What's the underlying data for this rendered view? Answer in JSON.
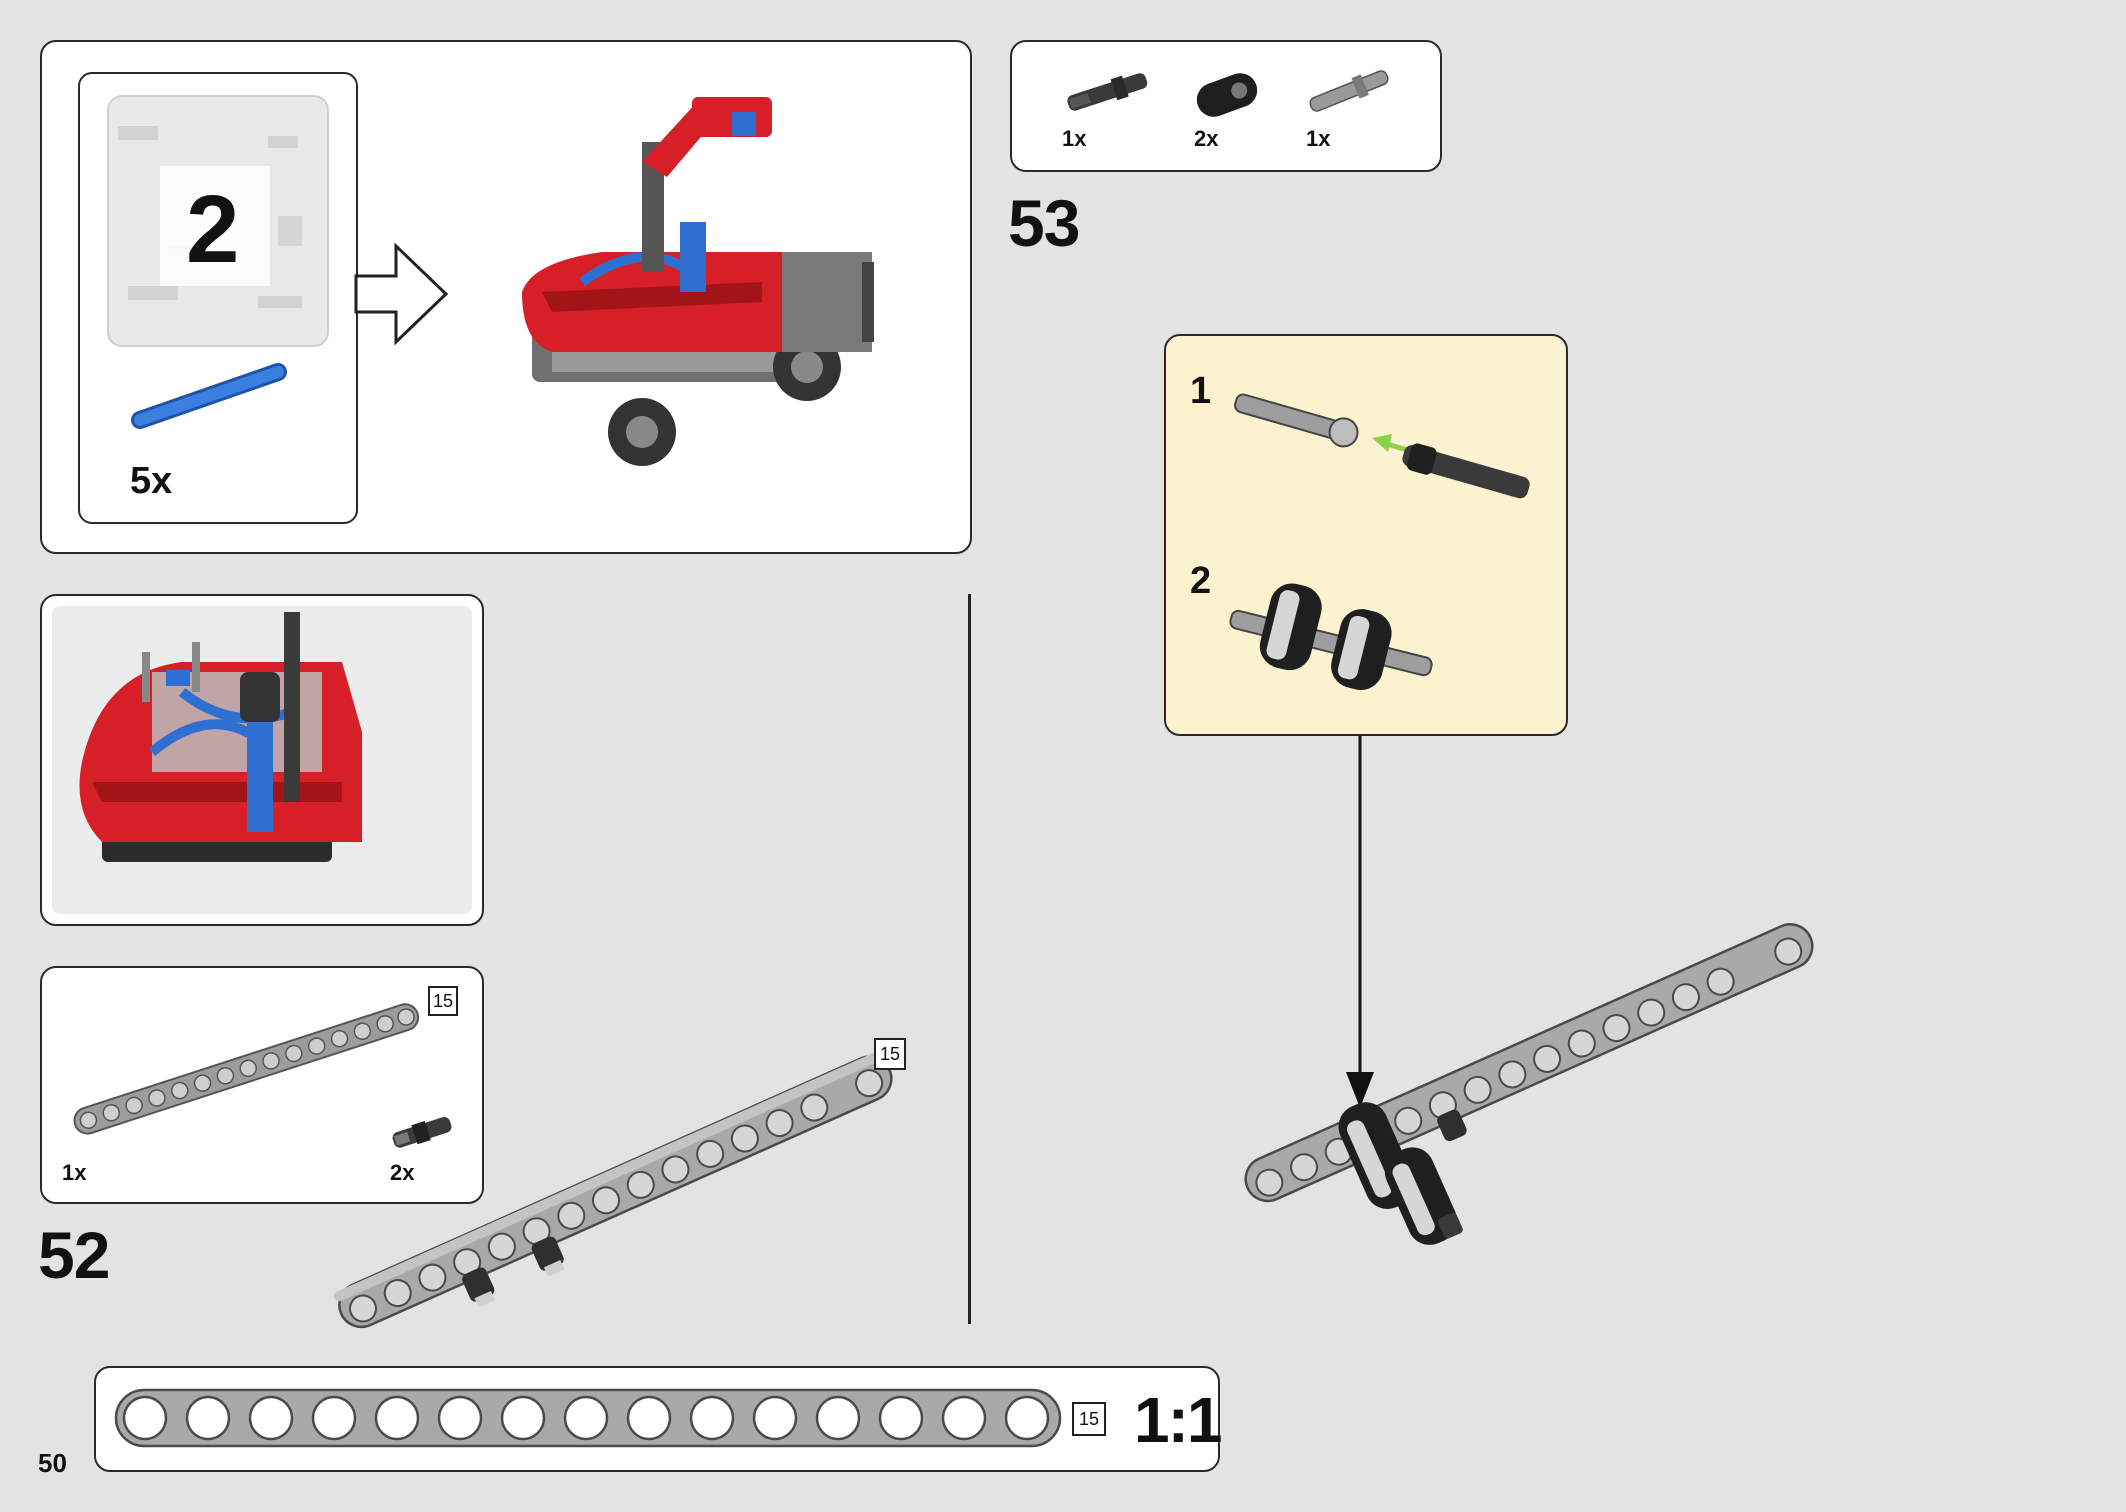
{
  "page_number": "50",
  "bag_panel": {
    "bag_number": "2",
    "hose_quantity": "5x"
  },
  "step52": {
    "number": "52",
    "parts": [
      {
        "quantity": "1x",
        "badge": "15"
      },
      {
        "quantity": "2x"
      }
    ],
    "beam_badge": "15"
  },
  "step53": {
    "number": "53",
    "parts": [
      {
        "quantity": "1x"
      },
      {
        "quantity": "2x"
      },
      {
        "quantity": "1x"
      }
    ],
    "substeps": [
      "1",
      "2"
    ]
  },
  "ruler": {
    "badge": "15",
    "scale": "1:1"
  },
  "colors": {
    "page_background": "#e3e3e3",
    "callout_background": "#fbf3cf",
    "model_red": "#d61f26",
    "hose_blue": "#2e6fd1",
    "beam_gray": "#a9a9a9",
    "arrow_green": "#8bd14a"
  }
}
